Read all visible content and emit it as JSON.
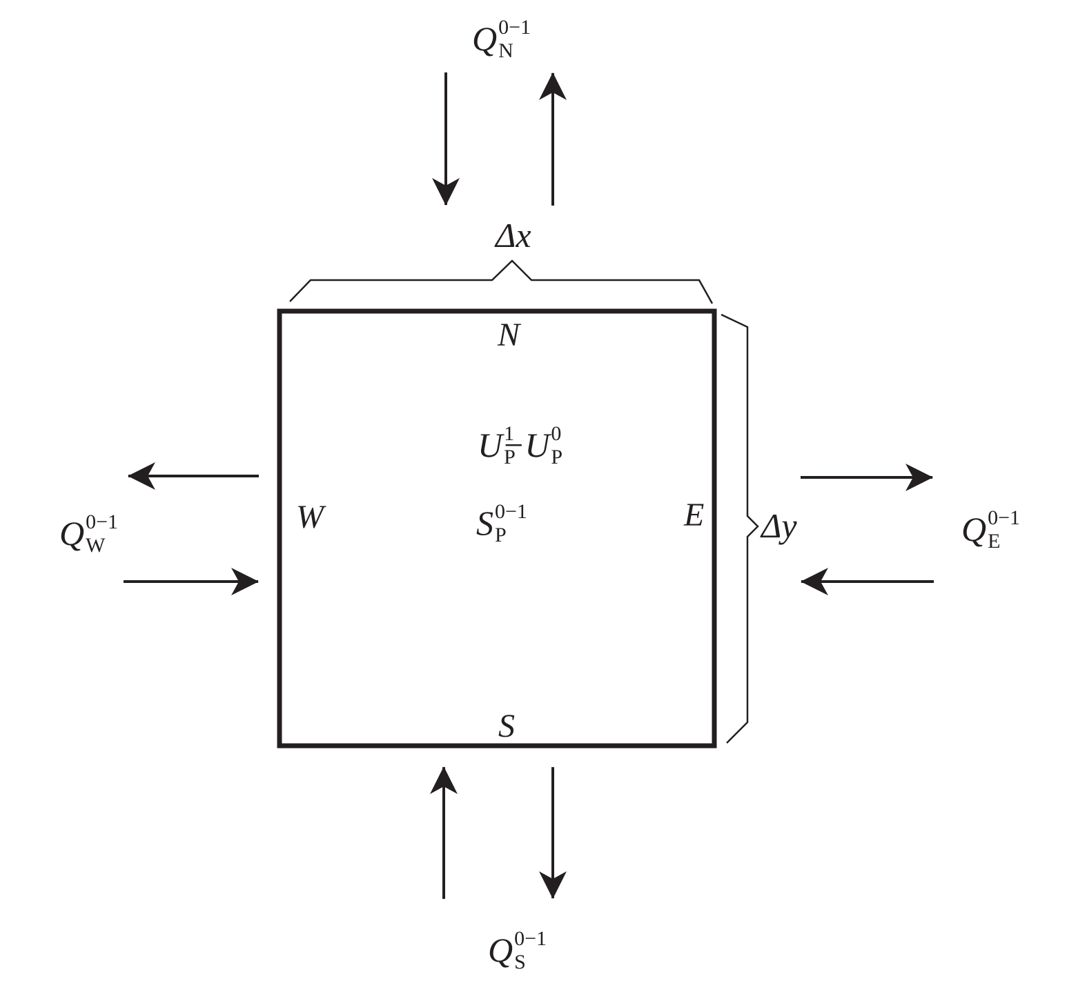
{
  "cell": {
    "north": "N",
    "south": "S",
    "west": "W",
    "east": "E",
    "center_storage": {
      "term1": {
        "symbol": "U",
        "sup": "1",
        "sub": "P"
      },
      "operator": "−",
      "term2": {
        "symbol": "U",
        "sup": "0",
        "sub": "P"
      }
    },
    "center_source": {
      "symbol": "S",
      "sup": "0−1",
      "sub": "P"
    }
  },
  "dimensions": {
    "dx": "Δx",
    "dy": "Δy"
  },
  "fluxes": {
    "north": {
      "symbol": "Q",
      "sup": "0−1",
      "sub": "N"
    },
    "south": {
      "symbol": "Q",
      "sup": "0−1",
      "sub": "S"
    },
    "west": {
      "symbol": "Q",
      "sup": "0−1",
      "sub": "W"
    },
    "east": {
      "symbol": "Q",
      "sup": "0−1",
      "sub": "E"
    }
  },
  "colors": {
    "ink": "#231f20",
    "background": "#ffffff"
  }
}
